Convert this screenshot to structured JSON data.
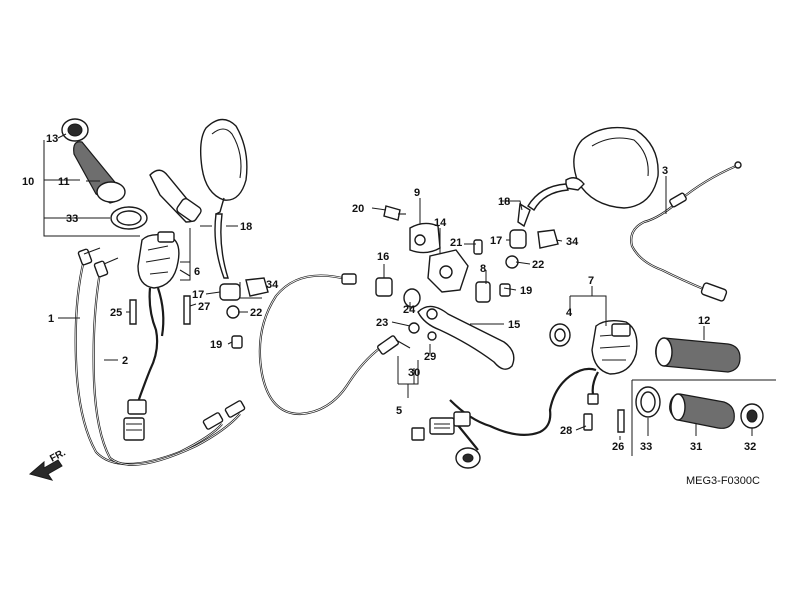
{
  "diagram": {
    "drawing_code": "MEG3-F0300C",
    "front_indicator": "FR.",
    "callouts": {
      "c1": "1",
      "c2": "2",
      "c3": "3",
      "c4": "4",
      "c5": "5",
      "c6": "6",
      "c7": "7",
      "c8": "8",
      "c9": "9",
      "c10": "10",
      "c11": "11",
      "c12": "12",
      "c13": "13",
      "c14": "14",
      "c15": "15",
      "c16": "16",
      "c17a": "17",
      "c17b": "17",
      "c18a": "18",
      "c18b": "18",
      "c19a": "19",
      "c19b": "19",
      "c20": "20",
      "c21": "21",
      "c22a": "22",
      "c22b": "22",
      "c23": "23",
      "c24": "24",
      "c25": "25",
      "c26": "26",
      "c27": "27",
      "c28": "28",
      "c29": "29",
      "c30": "30",
      "c31": "31",
      "c32": "32",
      "c33a": "33",
      "c33b": "33",
      "c34a": "34",
      "c34b": "34"
    }
  },
  "colors": {
    "line": "#1a1a1a",
    "grip": "#6e6e6e",
    "background": "#ffffff"
  }
}
